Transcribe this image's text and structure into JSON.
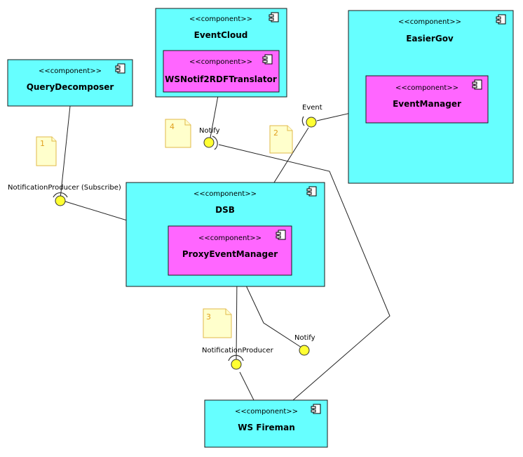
{
  "components": {
    "query_decomposer": {
      "stereotype": "<<component>>",
      "name": "QueryDecomposer"
    },
    "event_cloud": {
      "stereotype": "<<component>>",
      "name": "EventCloud"
    },
    "wsnotif_translator": {
      "stereotype": "<<component>>",
      "name": "WSNotif2RDFTranslator"
    },
    "easier_gov": {
      "stereotype": "<<component>>",
      "name": "EasierGov"
    },
    "event_manager": {
      "stereotype": "<<component>>",
      "name": "EventManager"
    },
    "dsb": {
      "stereotype": "<<component>>",
      "name": "DSB"
    },
    "proxy_event_manager": {
      "stereotype": "<<component>>",
      "name": "ProxyEventManager"
    },
    "ws_fireman": {
      "stereotype": "<<component>>",
      "name": "WS Fireman"
    }
  },
  "interfaces": {
    "notification_producer_subscribe": "NotificationProducer (Subscribe)",
    "notify_top": "Notify",
    "event": "Event",
    "notify_bottom": "Notify",
    "notification_producer": "NotificationProducer"
  },
  "notes": {
    "note_1": "1",
    "note_2": "2",
    "note_3": "3",
    "note_4": "4"
  },
  "colors": {
    "component_fill": "#66ffff",
    "inner_component_fill": "#ff66ff",
    "interface_fill": "#ffff33",
    "note_fill": "#ffffcc",
    "note_border": "#e0b84a"
  }
}
